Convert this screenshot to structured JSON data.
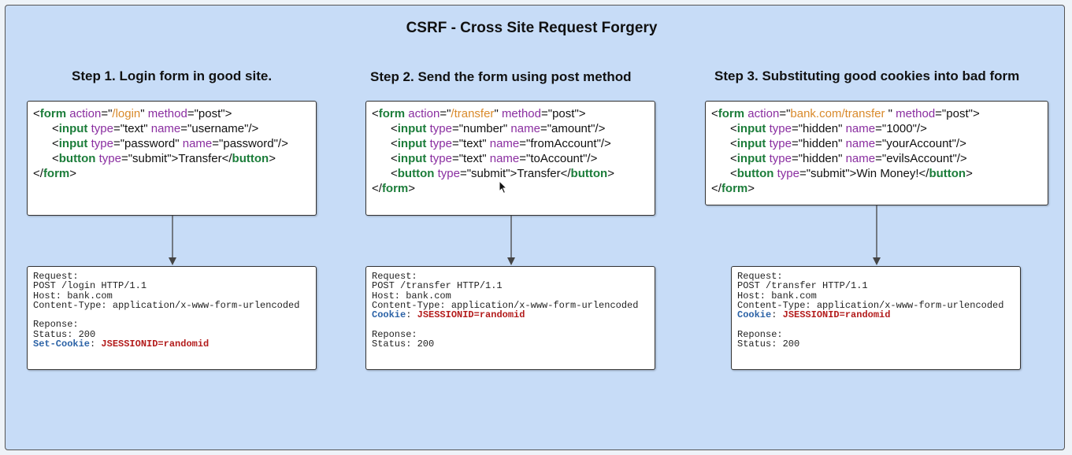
{
  "title": "CSRF - Cross Site Request Forgery",
  "steps": [
    {
      "heading": "Step 1. Login form in good site.",
      "form": {
        "open": {
          "tag": "form",
          "action_attr": "action",
          "action": "/login",
          "method_attr": "method",
          "method": "post"
        },
        "inputs": [
          {
            "tag": "input",
            "type_attr": "type",
            "type": "text",
            "name_attr": "name",
            "name": "username"
          },
          {
            "tag": "input",
            "type_attr": "type",
            "type": "password",
            "name_attr": "name",
            "name": "password"
          }
        ],
        "button": {
          "tag": "button",
          "type_attr": "type",
          "type": "submit",
          "label": "Transfer"
        },
        "close": "form"
      },
      "request": {
        "lines": [
          "Request:",
          "POST /login HTTP/1.1",
          "Host: bank.com",
          "Content-Type: application/x-www-form-urlencoded",
          "",
          "Reponse:",
          "Status: 200"
        ],
        "cookie_label": "Set-Cookie",
        "cookie_value": "JSESSIONID=randomid"
      }
    },
    {
      "heading": "Step 2. Send the form using post method",
      "form": {
        "open": {
          "tag": "form",
          "action_attr": "action",
          "action": "/transfer",
          "method_attr": "method",
          "method": "post"
        },
        "inputs": [
          {
            "tag": "input",
            "type_attr": "type",
            "type": "number",
            "name_attr": "name",
            "name": "amount"
          },
          {
            "tag": "input",
            "type_attr": "type",
            "type": "text",
            "name_attr": "name",
            "name": "fromAccount"
          },
          {
            "tag": "input",
            "type_attr": "type",
            "type": "text",
            "name_attr": "name",
            "name": "toAccount"
          }
        ],
        "button": {
          "tag": "button",
          "type_attr": "type",
          "type": "submit",
          "label": "Transfer"
        },
        "close": "form"
      },
      "request": {
        "lines": [
          "Request:",
          "POST /transfer HTTP/1.1",
          "Host: bank.com",
          "Content-Type: application/x-www-form-urlencoded"
        ],
        "cookie_label": "Cookie",
        "cookie_value": "JSESSIONID=randomid",
        "after": [
          "",
          "Reponse:",
          "Status: 200"
        ]
      }
    },
    {
      "heading": "Step 3. Substituting good cookies into bad form",
      "form": {
        "open": {
          "tag": "form",
          "action_attr": "action",
          "action": "bank.com/transfer ",
          "method_attr": "method",
          "method": "post"
        },
        "inputs": [
          {
            "tag": "input",
            "type_attr": "type",
            "type": "hidden",
            "name_attr": "name",
            "name": "1000"
          },
          {
            "tag": "input",
            "type_attr": "type",
            "type": "hidden",
            "name_attr": "name",
            "name": "yourAccount"
          },
          {
            "tag": "input",
            "type_attr": "type",
            "type": "hidden",
            "name_attr": "name",
            "name": "evilsAccount"
          }
        ],
        "button": {
          "tag": "button",
          "type_attr": "type",
          "type": "submit",
          "label": "Win Money!"
        },
        "close": "form"
      },
      "request": {
        "lines": [
          "Request:",
          "POST /transfer HTTP/1.1",
          "Host: bank.com",
          "Content-Type: application/x-www-form-urlencoded"
        ],
        "cookie_label": "Cookie",
        "cookie_value": "JSESSIONID=randomid",
        "after": [
          "",
          "Reponse:",
          "Status: 200"
        ]
      }
    }
  ]
}
